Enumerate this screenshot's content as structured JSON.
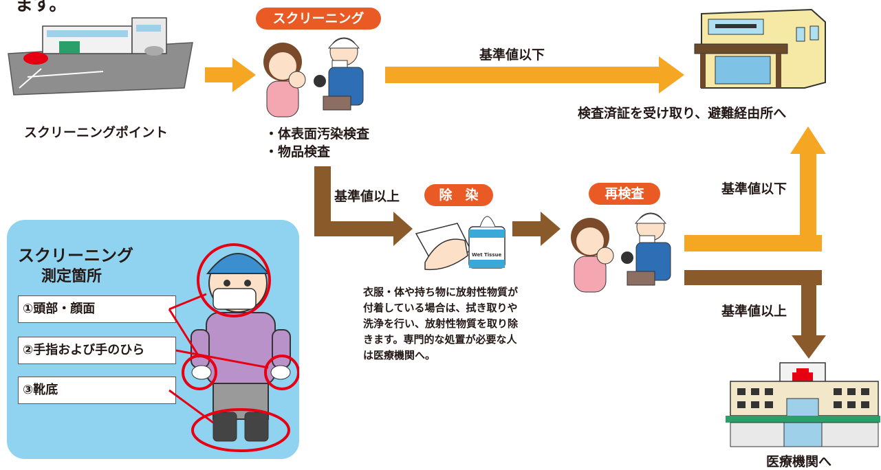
{
  "top_fragment": "ます。",
  "screening_point_label": "スクリーニングポイント",
  "screening_badge": "スクリーニング",
  "screening_items": [
    "・体表面汚染検査",
    "・物品検査"
  ],
  "below_standard_1": "基準値以下",
  "shelter_label": "検査済証を受け取り、避難経由所へ",
  "above_standard_1": "基準値以上",
  "decon_badge": "除　染",
  "decon_desc": [
    "衣服・体や持ち物に放射性物質が",
    "付着している場合は、拭き取りや",
    "洗浄を行い、放射性物質を取り除",
    "きます。専門的な処置が必要な人",
    "は医療機関へ。"
  ],
  "tissue_text": "Wet Tissue",
  "recheck_badge": "再検査",
  "below_standard_2": "基準値以下",
  "above_standard_2": "基準値以上",
  "hospital_label": "医療機関へ",
  "panel": {
    "title_line1": "スクリーニング",
    "title_line2": "測定箇所",
    "locations": [
      "①頭部・顔面",
      "②手指および手のひら",
      "③靴底"
    ]
  },
  "colors": {
    "orange_arrow": "#f5a623",
    "brown_arrow": "#8b5a2b",
    "badge": "#ea5a24",
    "panel_bg": "#8fd3f0",
    "circle": "#e60012"
  }
}
